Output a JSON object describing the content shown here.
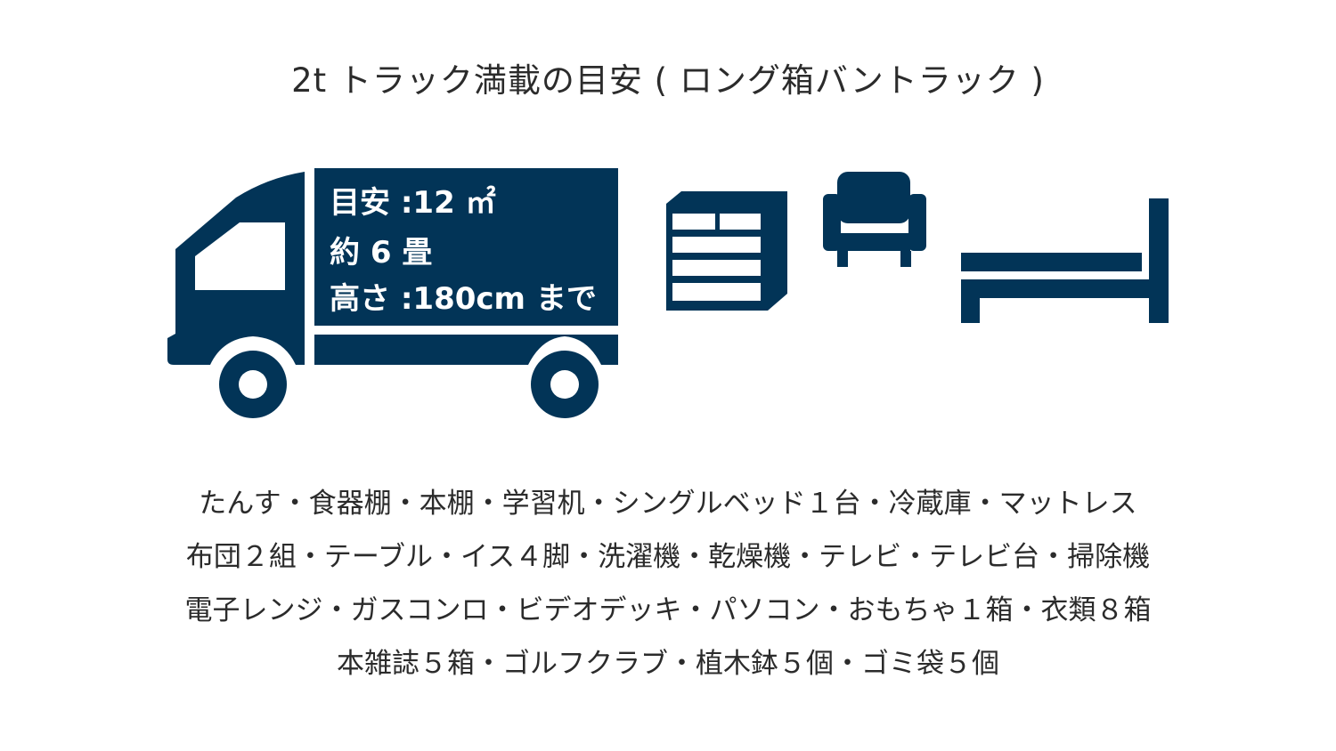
{
  "title": "2t トラック満載の目安 ( ロング箱バントラック )",
  "colors": {
    "accent": "#023457",
    "text": "#2b2b2b"
  },
  "icons": [
    "truck-icon",
    "dresser-icon",
    "armchair-icon",
    "bed-icon"
  ],
  "truck_specs": {
    "area": "目安 :12 ㎡",
    "tatami": "約 6 畳",
    "height": "高さ :180cm まで"
  },
  "items_lines": [
    "たんす・食器棚・本棚・学習机・シングルベッド１台・冷蔵庫・マットレス",
    "布団２組・テーブル・イス４脚・洗濯機・乾燥機・テレビ・テレビ台・掃除機",
    "電子レンジ・ガスコンロ・ビデオデッキ・パソコン・おもちゃ１箱・衣類８箱",
    "本雑誌５箱・ゴルフクラブ・植木鉢５個・ゴミ袋５個"
  ]
}
